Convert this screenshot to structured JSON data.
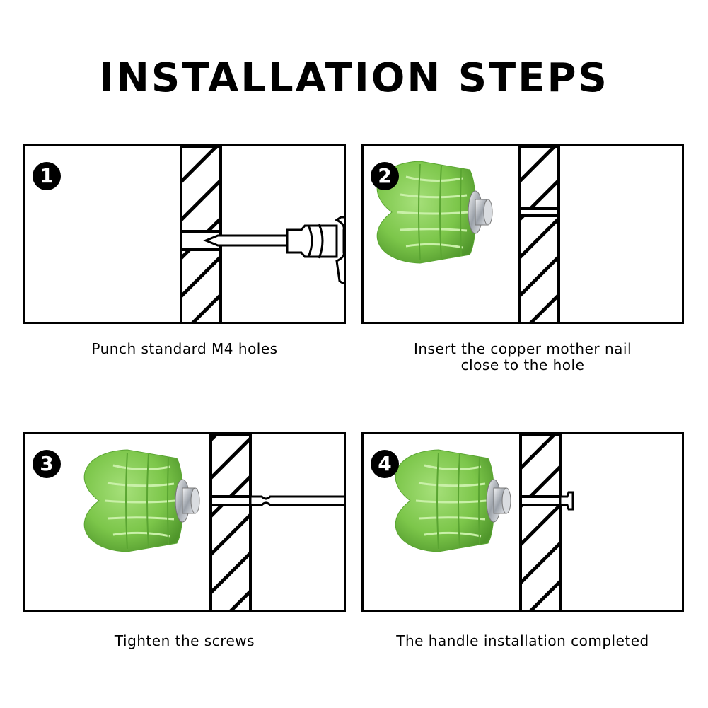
{
  "title": "INSTALLATION STEPS",
  "colors": {
    "knob": "#7cc64a",
    "knob_dark": "#5aa532",
    "metal": "#c8ccd2",
    "line": "#000000"
  },
  "steps": [
    {
      "number": "1",
      "caption": "Punch standard M4 holes",
      "icon": "drill-icon"
    },
    {
      "number": "2",
      "caption_line1": "Insert the copper mother nail",
      "caption_line2": "close to the hole",
      "icon": "knob-icon"
    },
    {
      "number": "3",
      "caption": "Tighten the screws",
      "icon": "knob-icon"
    },
    {
      "number": "4",
      "caption": "The handle installation completed",
      "icon": "knob-icon"
    }
  ]
}
